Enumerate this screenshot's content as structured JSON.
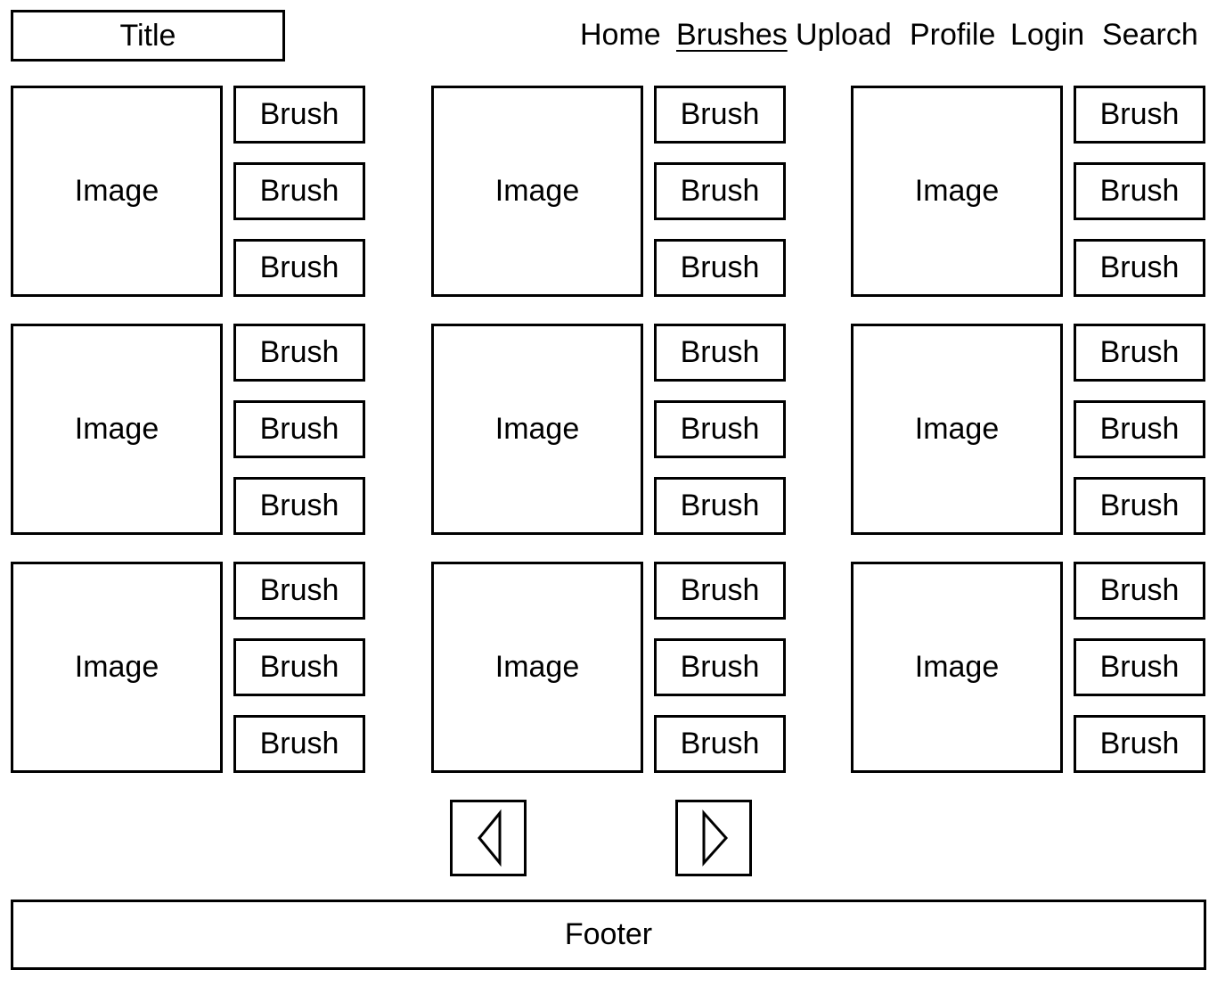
{
  "header": {
    "title": "Title",
    "nav": [
      {
        "label": "Home",
        "active": false
      },
      {
        "label": "Brushes",
        "active": true
      },
      {
        "label": "Upload",
        "active": false
      },
      {
        "label": "Profile",
        "active": false
      },
      {
        "label": "Login",
        "active": false
      },
      {
        "label": "Search",
        "active": false
      }
    ]
  },
  "grid": {
    "cards": [
      {
        "image_label": "Image",
        "brushes": [
          "Brush",
          "Brush",
          "Brush"
        ]
      },
      {
        "image_label": "Image",
        "brushes": [
          "Brush",
          "Brush",
          "Brush"
        ]
      },
      {
        "image_label": "Image",
        "brushes": [
          "Brush",
          "Brush",
          "Brush"
        ]
      },
      {
        "image_label": "Image",
        "brushes": [
          "Brush",
          "Brush",
          "Brush"
        ]
      },
      {
        "image_label": "Image",
        "brushes": [
          "Brush",
          "Brush",
          "Brush"
        ]
      },
      {
        "image_label": "Image",
        "brushes": [
          "Brush",
          "Brush",
          "Brush"
        ]
      },
      {
        "image_label": "Image",
        "brushes": [
          "Brush",
          "Brush",
          "Brush"
        ]
      },
      {
        "image_label": "Image",
        "brushes": [
          "Brush",
          "Brush",
          "Brush"
        ]
      },
      {
        "image_label": "Image",
        "brushes": [
          "Brush",
          "Brush",
          "Brush"
        ]
      }
    ]
  },
  "pagination": {
    "prev_icon": "triangle-left-icon",
    "next_icon": "triangle-right-icon"
  },
  "footer": {
    "label": "Footer"
  }
}
